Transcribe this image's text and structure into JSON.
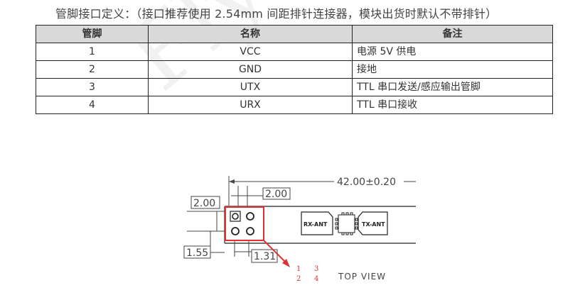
{
  "heading": "管脚接口定义：（接口推荐使用 2.54mm 间距排针连接器，模块出货时默认不带排针）",
  "table": {
    "headers": [
      "管脚",
      "名称",
      "备注"
    ],
    "rows": [
      [
        "1",
        "VCC",
        "电源 5V 供电"
      ],
      [
        "2",
        "GND",
        "接地"
      ],
      [
        "3",
        "UTX",
        "TTL 串口发送/感应输出管脚"
      ],
      [
        "4",
        "URX",
        "TTL 串口接收"
      ]
    ]
  },
  "watermark": "Fly With",
  "drawing": {
    "dimension_total": "42.00±0.20",
    "dimension_pitch_top": "2.00",
    "dimension_pitch_left": "2.00",
    "dimension_edge_left": "1.55",
    "dimension_edge_bottom": "1.31",
    "antenna_rx": "RX-ANT",
    "antenna_tx": "TX-ANT",
    "pin_numbers": [
      "1",
      "3",
      "2",
      "4"
    ],
    "view_label": "TOP VIEW",
    "highlight_color": "#e03030"
  }
}
